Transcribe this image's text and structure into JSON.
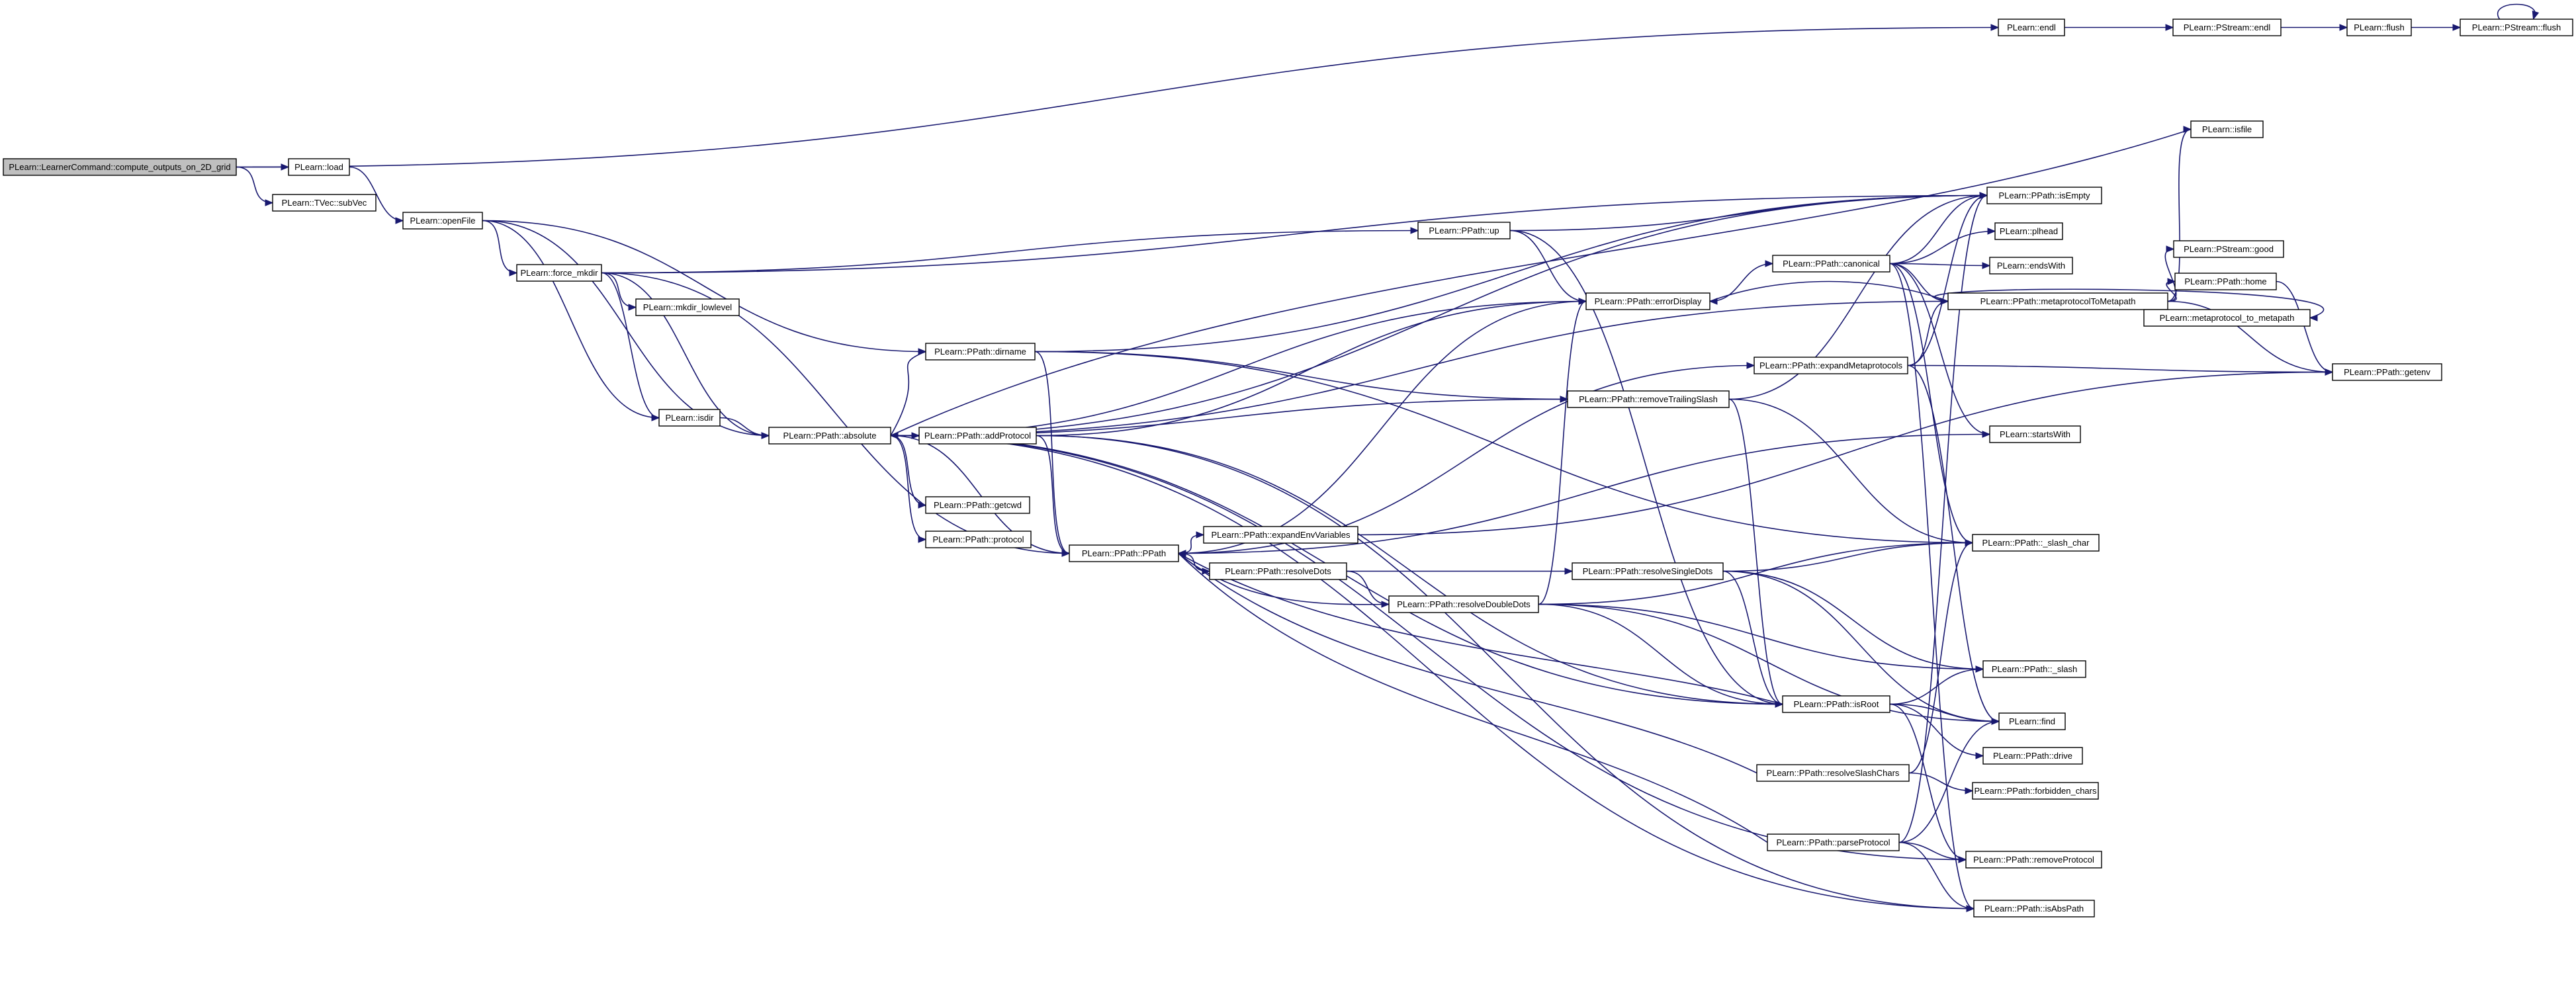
{
  "nodes": [
    {
      "id": "root",
      "label": "PLearn::LearnerCommand::compute_outputs_on_2D_grid"
    },
    {
      "id": "load",
      "label": "PLearn::load"
    },
    {
      "id": "subvec",
      "label": "PLearn::TVec::subVec"
    },
    {
      "id": "openfile",
      "label": "PLearn::openFile"
    },
    {
      "id": "forcemkdir",
      "label": "PLearn::force_mkdir"
    },
    {
      "id": "mkdirlow",
      "label": "PLearn::mkdir_lowlevel"
    },
    {
      "id": "isdir",
      "label": "PLearn::isdir"
    },
    {
      "id": "absolute",
      "label": "PLearn::PPath::absolute"
    },
    {
      "id": "dirname",
      "label": "PLearn::PPath::dirname"
    },
    {
      "id": "addprotocol",
      "label": "PLearn::PPath::addProtocol"
    },
    {
      "id": "getcwd",
      "label": "PLearn::PPath::getcwd"
    },
    {
      "id": "protocol",
      "label": "PLearn::PPath::protocol"
    },
    {
      "id": "ppath",
      "label": "PLearn::PPath::PPath"
    },
    {
      "id": "expandenv",
      "label": "PLearn::PPath::expandEnvVariables"
    },
    {
      "id": "resolvedots",
      "label": "PLearn::PPath::resolveDots"
    },
    {
      "id": "resolvedouble",
      "label": "PLearn::PPath::resolveDoubleDots"
    },
    {
      "id": "up",
      "label": "PLearn::PPath::up"
    },
    {
      "id": "errordisplay",
      "label": "PLearn::PPath::errorDisplay"
    },
    {
      "id": "removetrailing",
      "label": "PLearn::PPath::removeTrailingSlash"
    },
    {
      "id": "resolvesingle",
      "label": "PLearn::PPath::resolveSingleDots"
    },
    {
      "id": "canonical",
      "label": "PLearn::PPath::canonical"
    },
    {
      "id": "expandmeta",
      "label": "PLearn::PPath::expandMetaprotocols"
    },
    {
      "id": "isroot",
      "label": "PLearn::PPath::isRoot"
    },
    {
      "id": "resolveslash",
      "label": "PLearn::PPath::resolveSlashChars"
    },
    {
      "id": "parseprotocol",
      "label": "PLearn::PPath::parseProtocol"
    },
    {
      "id": "endl",
      "label": "PLearn::endl"
    },
    {
      "id": "pstreamendl",
      "label": "PLearn::PStream::endl"
    },
    {
      "id": "flush",
      "label": "PLearn::flush"
    },
    {
      "id": "pstreamflush",
      "label": "PLearn::PStream::flush"
    },
    {
      "id": "isfile",
      "label": "PLearn::isfile"
    },
    {
      "id": "isempty",
      "label": "PLearn::PPath::isEmpty"
    },
    {
      "id": "plhead",
      "label": "PLearn::plhead"
    },
    {
      "id": "endswith",
      "label": "PLearn::endsWith"
    },
    {
      "id": "metatometa",
      "label": "PLearn::PPath::metaprotocolToMetapath"
    },
    {
      "id": "pstreamgood",
      "label": "PLearn::PStream::good"
    },
    {
      "id": "home",
      "label": "PLearn::PPath::home"
    },
    {
      "id": "metaprotometa",
      "label": "PLearn::metaprotocol_to_metapath"
    },
    {
      "id": "getenv",
      "label": "PLearn::PPath::getenv"
    },
    {
      "id": "startswith",
      "label": "PLearn::startsWith"
    },
    {
      "id": "slashchar",
      "label": "PLearn::PPath::_slash_char"
    },
    {
      "id": "slash",
      "label": "PLearn::PPath::_slash"
    },
    {
      "id": "find",
      "label": "PLearn::find"
    },
    {
      "id": "drive",
      "label": "PLearn::PPath::drive"
    },
    {
      "id": "forbidden",
      "label": "PLearn::PPath::forbidden_chars"
    },
    {
      "id": "removeprotocol",
      "label": "PLearn::PPath::removeProtocol"
    },
    {
      "id": "isabspath",
      "label": "PLearn::PPath::isAbsPath"
    }
  ],
  "edges": [
    [
      "root",
      "load"
    ],
    [
      "root",
      "subvec"
    ],
    [
      "root",
      "endl"
    ],
    [
      "load",
      "openfile"
    ],
    [
      "openfile",
      "forcemkdir"
    ],
    [
      "openfile",
      "isdir"
    ],
    [
      "openfile",
      "absolute"
    ],
    [
      "openfile",
      "dirname"
    ],
    [
      "forcemkdir",
      "mkdirlow"
    ],
    [
      "forcemkdir",
      "isdir"
    ],
    [
      "forcemkdir",
      "absolute"
    ],
    [
      "forcemkdir",
      "up"
    ],
    [
      "forcemkdir",
      "isempty"
    ],
    [
      "forcemkdir",
      "ppath"
    ],
    [
      "isdir",
      "absolute"
    ],
    [
      "absolute",
      "addprotocol"
    ],
    [
      "absolute",
      "getcwd"
    ],
    [
      "absolute",
      "protocol"
    ],
    [
      "absolute",
      "ppath"
    ],
    [
      "absolute",
      "isempty"
    ],
    [
      "absolute",
      "isroot"
    ],
    [
      "absolute",
      "isabspath"
    ],
    [
      "absolute",
      "removeprotocol"
    ],
    [
      "absolute",
      "removetrailing"
    ],
    [
      "absolute",
      "metatometa"
    ],
    [
      "absolute",
      "errordisplay"
    ],
    [
      "addprotocol",
      "isroot"
    ],
    [
      "addprotocol",
      "ppath"
    ],
    [
      "addprotocol",
      "isabspath"
    ],
    [
      "addprotocol",
      "errordisplay"
    ],
    [
      "dirname",
      "ppath"
    ],
    [
      "dirname",
      "removetrailing"
    ],
    [
      "dirname",
      "slashchar"
    ],
    [
      "dirname",
      "absolute"
    ],
    [
      "dirname",
      "isempty"
    ],
    [
      "ppath",
      "expandenv"
    ],
    [
      "ppath",
      "resolvedots"
    ],
    [
      "ppath",
      "expandmeta"
    ],
    [
      "ppath",
      "startswith"
    ],
    [
      "ppath",
      "errordisplay"
    ],
    [
      "expandenv",
      "getenv"
    ],
    [
      "resolvedots",
      "resolvesingle"
    ],
    [
      "resolvedots",
      "resolvedouble"
    ],
    [
      "resolvedouble",
      "ppath"
    ],
    [
      "resolvedouble",
      "errordisplay"
    ],
    [
      "resolvedouble",
      "isroot"
    ],
    [
      "resolvedouble",
      "slash"
    ],
    [
      "resolvedouble",
      "find"
    ],
    [
      "resolvedouble",
      "slashchar"
    ],
    [
      "resolvesingle",
      "slash"
    ],
    [
      "resolvesingle",
      "isroot"
    ],
    [
      "resolvesingle",
      "find"
    ],
    [
      "resolvesingle",
      "slashchar"
    ],
    [
      "up",
      "isempty"
    ],
    [
      "up",
      "errordisplay"
    ],
    [
      "up",
      "isroot"
    ],
    [
      "removetrailing",
      "isroot"
    ],
    [
      "removetrailing",
      "slashchar"
    ],
    [
      "removetrailing",
      "isempty"
    ],
    [
      "canonical",
      "plhead"
    ],
    [
      "canonical",
      "endswith"
    ],
    [
      "canonical",
      "metatometa"
    ],
    [
      "canonical",
      "isempty"
    ],
    [
      "canonical",
      "startswith"
    ],
    [
      "canonical",
      "slashchar"
    ],
    [
      "canonical",
      "isabspath"
    ],
    [
      "errordisplay",
      "canonical"
    ],
    [
      "expandmeta",
      "metatometa"
    ],
    [
      "expandmeta",
      "getenv"
    ],
    [
      "expandmeta",
      "isempty"
    ],
    [
      "expandmeta",
      "find"
    ],
    [
      "metatometa",
      "isfile"
    ],
    [
      "metatometa",
      "pstreamgood"
    ],
    [
      "metatometa",
      "home"
    ],
    [
      "metatometa",
      "metaprotometa"
    ],
    [
      "metatometa",
      "getenv"
    ],
    [
      "metatometa",
      "errordisplay"
    ],
    [
      "home",
      "getenv"
    ],
    [
      "isroot",
      "drive"
    ],
    [
      "isroot",
      "removeprotocol"
    ],
    [
      "isroot",
      "slash"
    ],
    [
      "isroot",
      "ppath"
    ],
    [
      "isroot",
      "find"
    ],
    [
      "resolveslash",
      "ppath"
    ],
    [
      "resolveslash",
      "slashchar"
    ],
    [
      "resolveslash",
      "forbidden"
    ],
    [
      "parseprotocol",
      "removeprotocol"
    ],
    [
      "parseprotocol",
      "isabspath"
    ],
    [
      "parseprotocol",
      "ppath"
    ],
    [
      "parseprotocol",
      "find"
    ],
    [
      "parseprotocol",
      "isempty"
    ],
    [
      "endl",
      "pstreamendl"
    ],
    [
      "pstreamendl",
      "flush"
    ],
    [
      "flush",
      "pstreamflush"
    ],
    [
      "pstreamflush",
      "pstreamflush"
    ],
    [
      "isfile",
      "absolute"
    ]
  ]
}
